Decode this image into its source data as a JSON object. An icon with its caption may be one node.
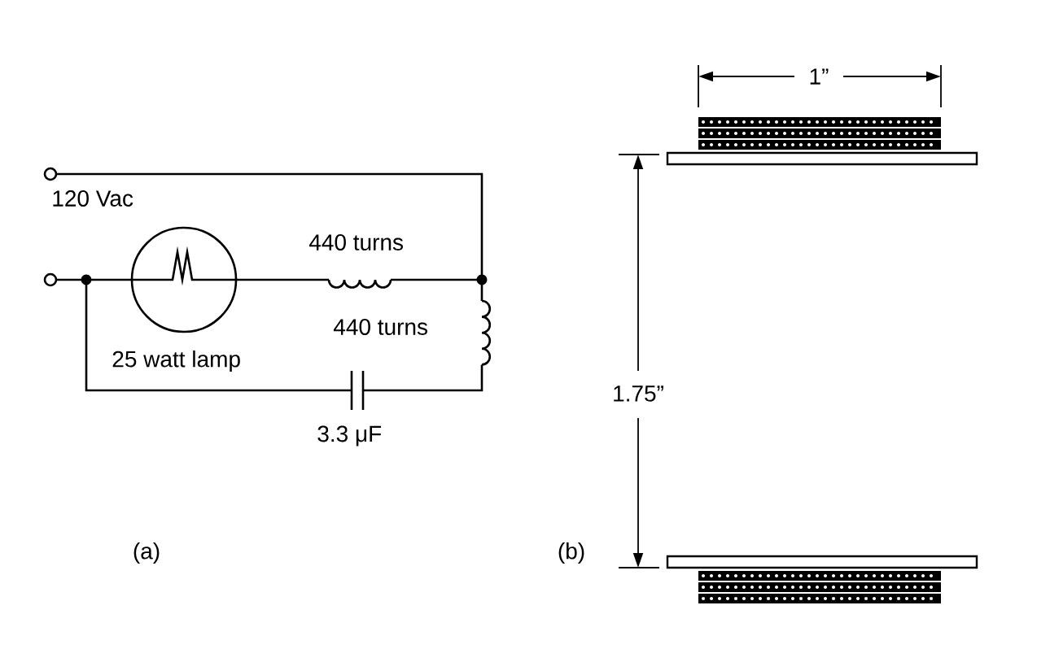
{
  "diagram": {
    "labels": [
      "1”",
      "120 Vac",
      "440 turns",
      "440 turns",
      "25 watt lamp",
      "1.75”",
      "3.3 μF",
      "(a)",
      "(b)"
    ]
  }
}
